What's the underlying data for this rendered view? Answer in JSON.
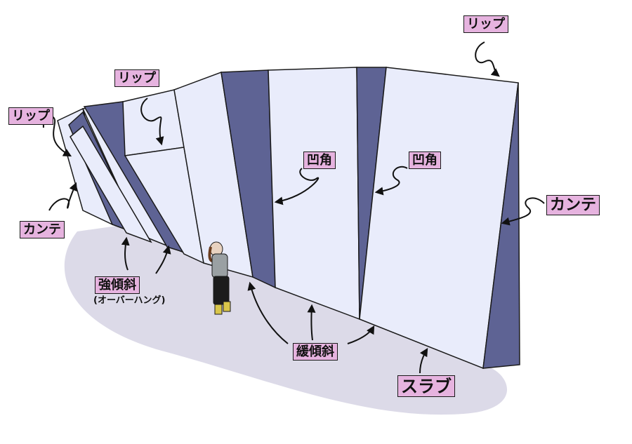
{
  "labels": {
    "lip_left": "リップ",
    "lip_mid": "リップ",
    "lip_right": "リップ",
    "kante_left": "カンテ",
    "kante_right": "カンテ",
    "strong_incline": "強傾斜",
    "strong_incline_sub": "(オーバーハング)",
    "concave_1": "凹角",
    "concave_2": "凹角",
    "gentle_incline": "緩傾斜",
    "slab": "スラブ"
  },
  "colors": {
    "face_light": "#e9ecfb",
    "face_shade": "#5e6394",
    "shadow": "#dcdae8",
    "label_bg": "#e6b3df",
    "outline": "#1a1a1a"
  }
}
